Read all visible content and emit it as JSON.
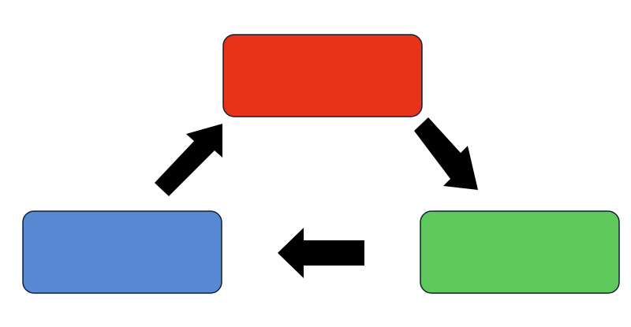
{
  "diagram": {
    "type": "cycle",
    "nodes": [
      {
        "id": "top",
        "fill": "#E9321A",
        "stroke": "#0F2130"
      },
      {
        "id": "right",
        "fill": "#5FC95E",
        "stroke": "#0F2130"
      },
      {
        "id": "left",
        "fill": "#5888D2",
        "stroke": "#0F2130"
      }
    ],
    "arrows": [
      {
        "from": "top",
        "to": "right",
        "color": "#000000"
      },
      {
        "from": "right",
        "to": "left",
        "color": "#000000"
      },
      {
        "from": "left",
        "to": "top",
        "color": "#000000"
      }
    ]
  }
}
